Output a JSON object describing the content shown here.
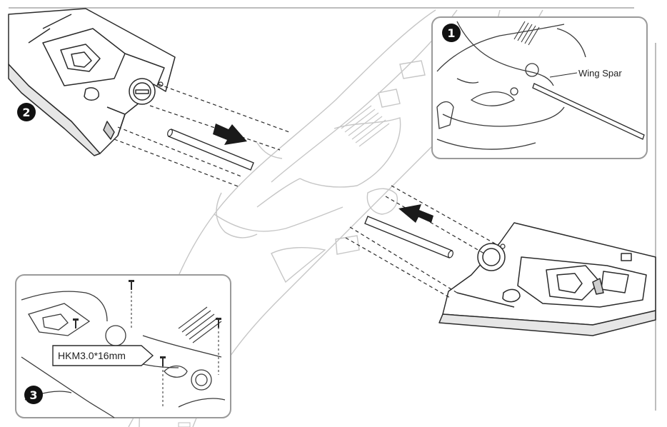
{
  "callouts": {
    "wing_spar": "Wing Spar",
    "screw": "HKM3.0*16mm"
  },
  "steps": [
    {
      "number": "1"
    },
    {
      "number": "2"
    },
    {
      "number": "3"
    }
  ],
  "colors": {
    "line": "#2a2a2a",
    "ghost": "#c4c4c4",
    "arrow": "#1a1a1a",
    "panel_border": "#9a9a9a",
    "badge": "#111111"
  },
  "icons": {
    "badge": "numbered-circle",
    "direction": "insert-arrow",
    "fastener": "screw-icon"
  }
}
